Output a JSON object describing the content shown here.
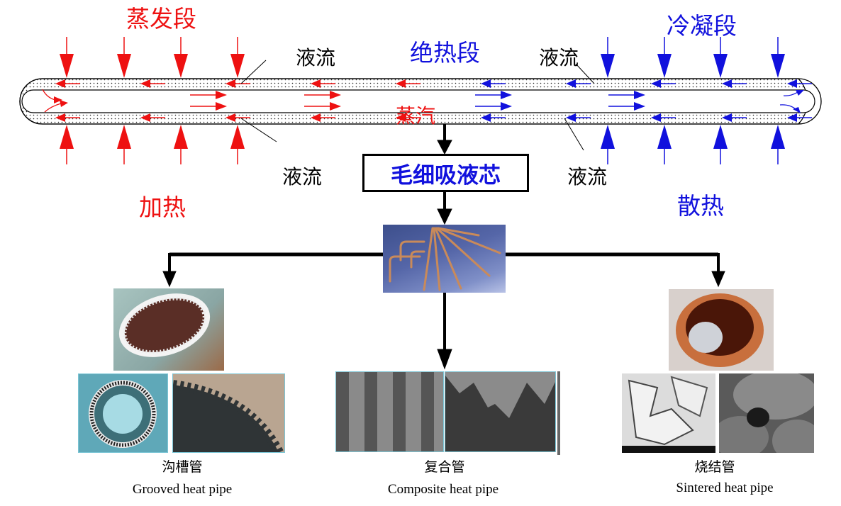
{
  "sections": {
    "evaporator": "蒸发段",
    "adiabatic": "绝热段",
    "condenser": "冷凝段"
  },
  "annotations": {
    "liquid_flow_top_left": "液流",
    "liquid_flow_bottom_left": "液流",
    "liquid_flow_top_right": "液流",
    "liquid_flow_bottom_right": "液流",
    "vapor": "蒸汽",
    "heating": "加热",
    "cooling": "散热"
  },
  "wick_box": {
    "label": "毛细吸液芯"
  },
  "wick_types": [
    {
      "cn": "沟槽管",
      "en": "Grooved heat pipe"
    },
    {
      "cn": "复合管",
      "en": "Composite heat pipe"
    },
    {
      "cn": "烧结管",
      "en": "Sintered heat pipe"
    }
  ],
  "colors": {
    "heat_in": "#ee1111",
    "heat_out": "#1111dd",
    "wick_fill": "#ececec",
    "connector": "#000000"
  }
}
